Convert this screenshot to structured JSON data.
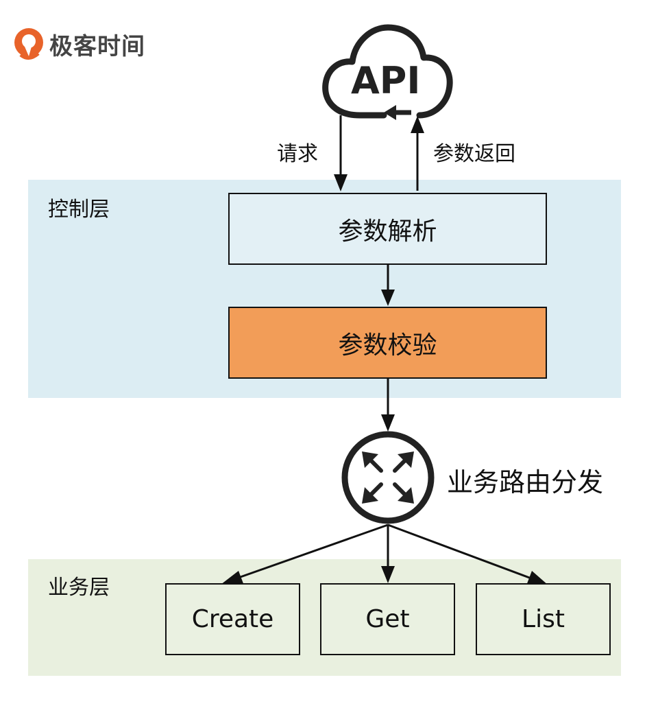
{
  "brand": {
    "name": "极客时间",
    "accent": "#e8632a"
  },
  "api": {
    "label": "API"
  },
  "flows": {
    "request": "请求",
    "response": "参数返回"
  },
  "control_layer": {
    "label": "控制层",
    "color": "#dcedf3",
    "steps": [
      {
        "label": "参数解析",
        "color": "#e3f0f5"
      },
      {
        "label": "参数校验",
        "color": "#f29d58"
      }
    ]
  },
  "router": {
    "label": "业务路由分发",
    "icon": "expand-arrows-icon"
  },
  "business_layer": {
    "label": "业务层",
    "color": "#e9f0df",
    "operations": [
      "Create",
      "Get",
      "List"
    ]
  }
}
